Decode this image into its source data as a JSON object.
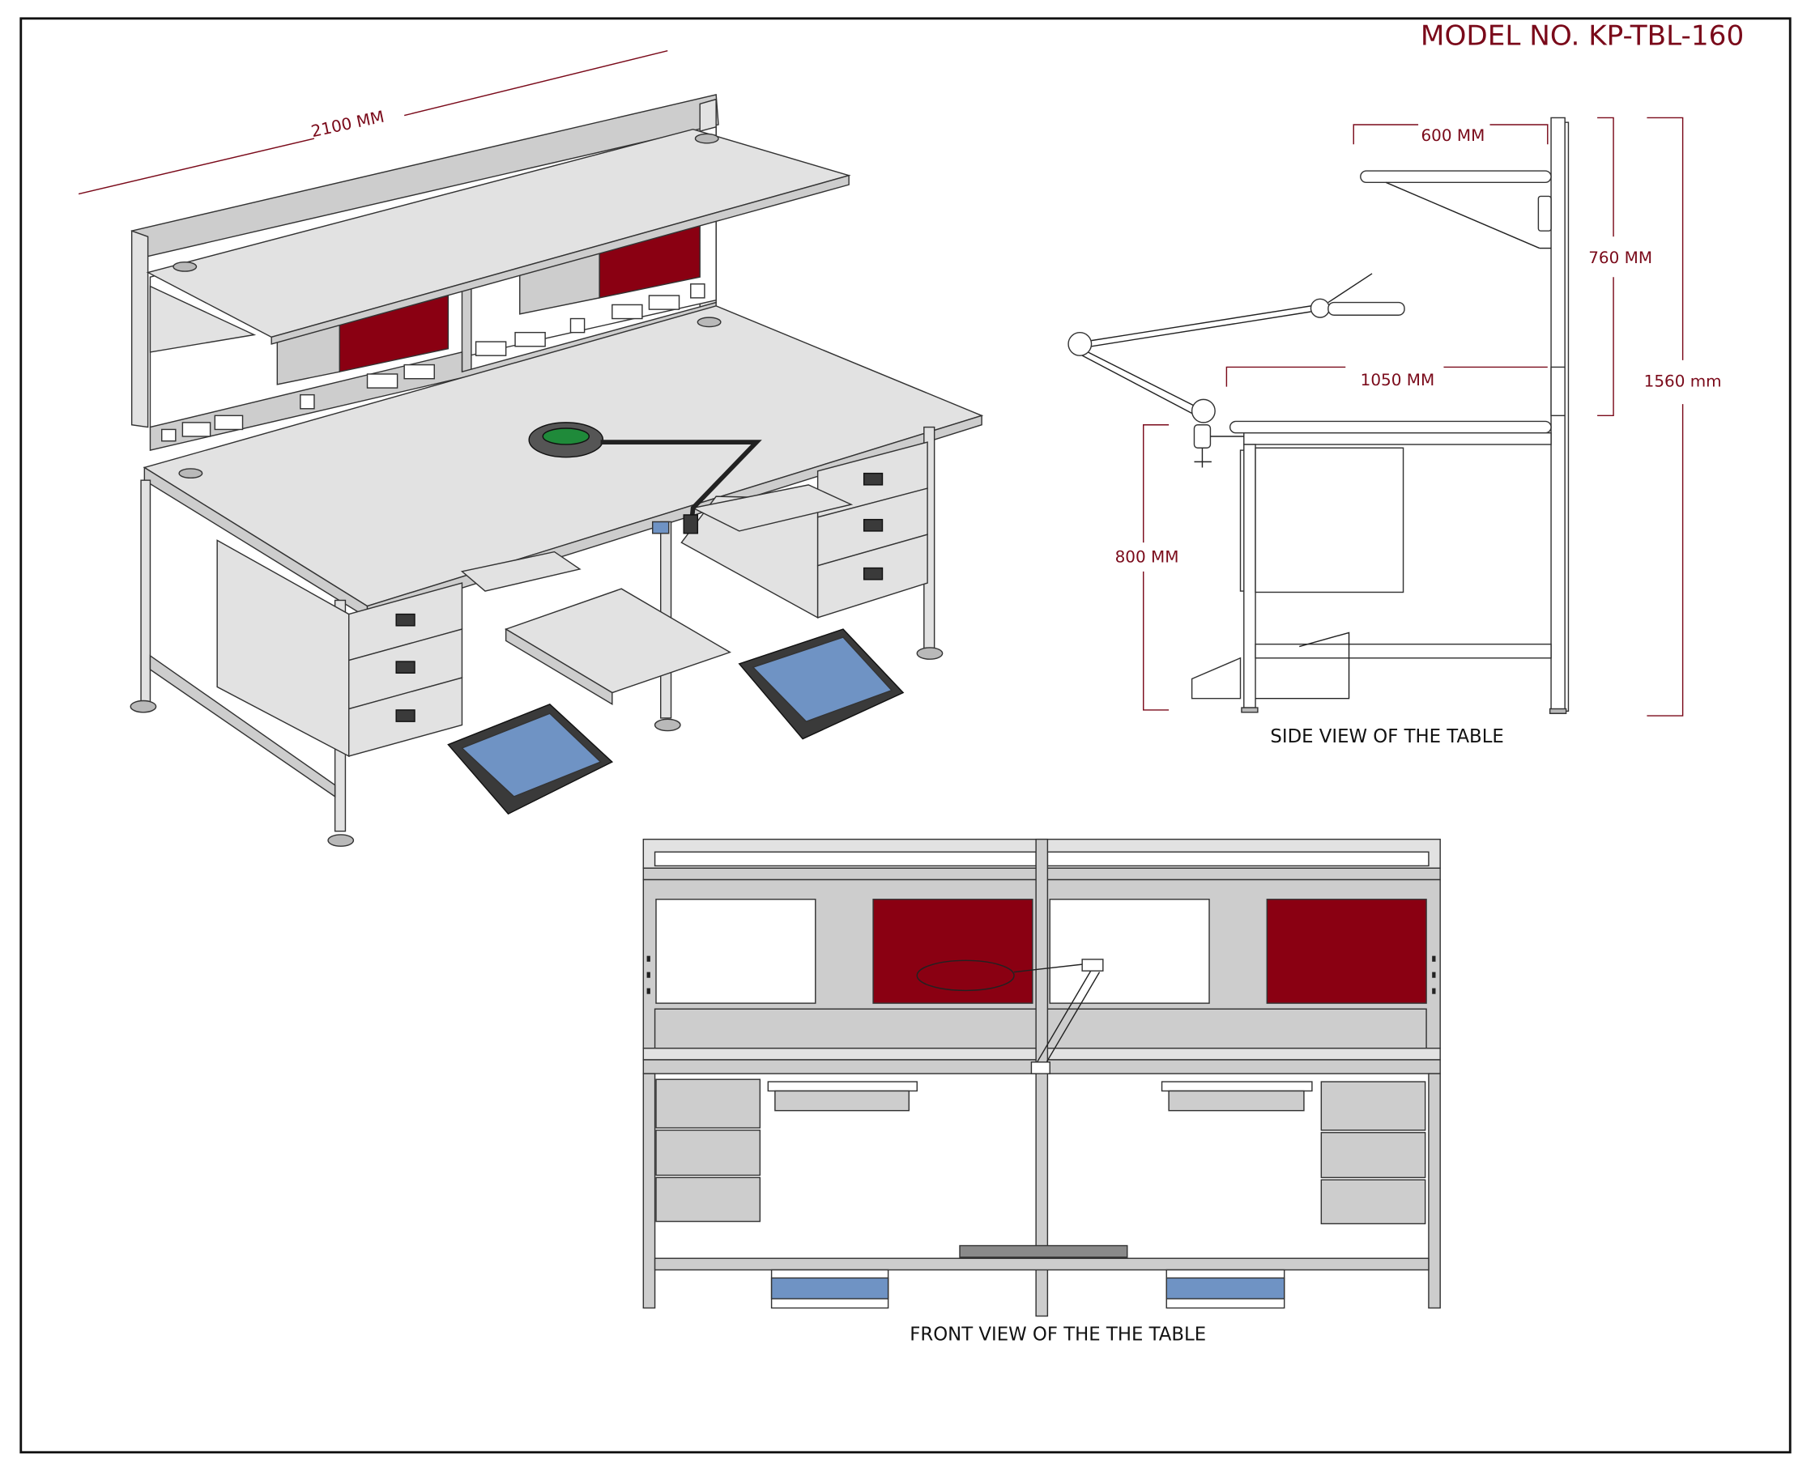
{
  "title": "MODEL NO. KP-TBL-160",
  "isometric_view": {
    "width_dim": "2100 MM"
  },
  "side_view": {
    "caption": "SIDE VIEW OF THE TABLE",
    "dims": {
      "shelf_depth": "600 MM",
      "upper_height": "760 MM",
      "total_height": "1560 mm",
      "table_depth": "1050 MM",
      "table_height": "800 MM"
    }
  },
  "front_view": {
    "caption": "FRONT VIEW OF THE THE TABLE"
  },
  "colors": {
    "accent": "#7a0a1a",
    "panel_red": "#8a0012",
    "footrest_blue": "#6f93c4",
    "frame_gray": "#cdcdcd"
  }
}
